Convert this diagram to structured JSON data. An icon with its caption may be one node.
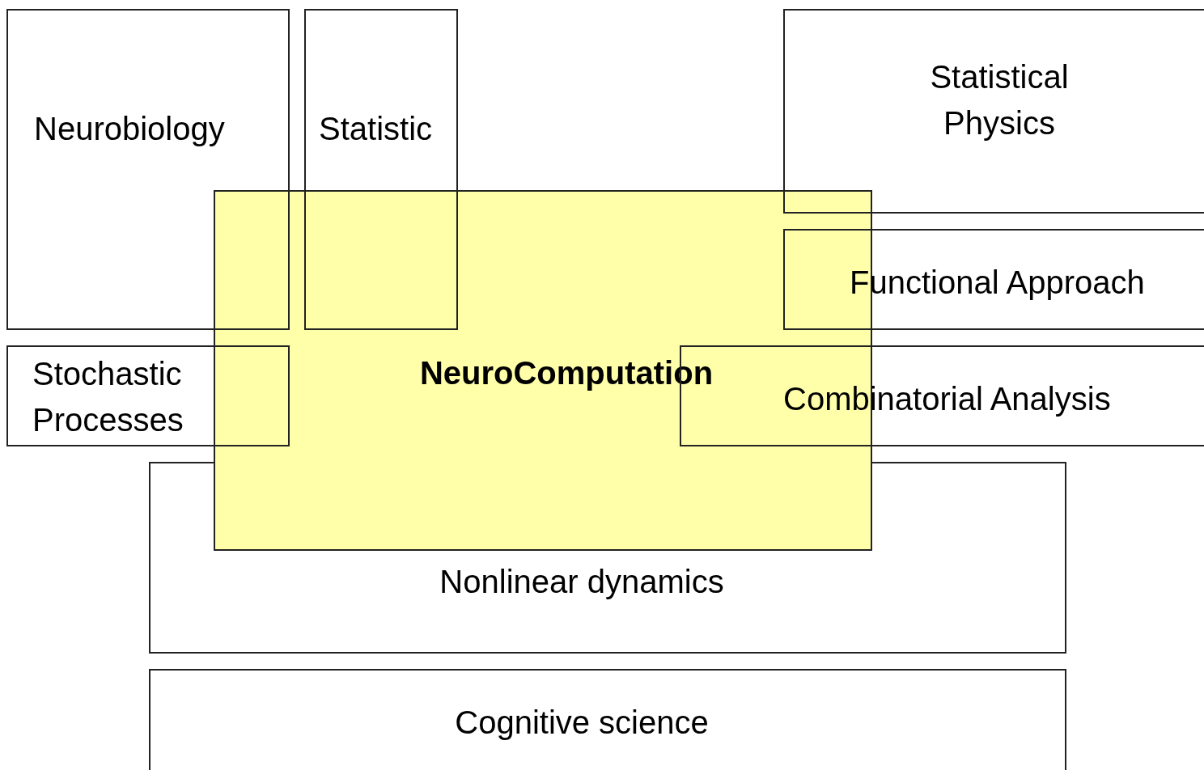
{
  "diagram": {
    "nodes": [
      {
        "text": [
          "Neurobiology"
        ]
      },
      {
        "text": [
          "Statistic"
        ]
      },
      {
        "text": [
          "Statistical Physics"
        ]
      },
      {
        "text": [
          "Functional Approach"
        ]
      },
      {
        "text": [
          "Stochastic Processes"
        ]
      },
      {
        "text": [
          "NeuroComputation"
        ]
      },
      {
        "text": [
          "Combinatorial Analysis"
        ]
      },
      {
        "text": [
          "Nonlinear dynamics"
        ]
      },
      {
        "text": [
          "Cognitive science"
        ]
      }
    ]
  }
}
